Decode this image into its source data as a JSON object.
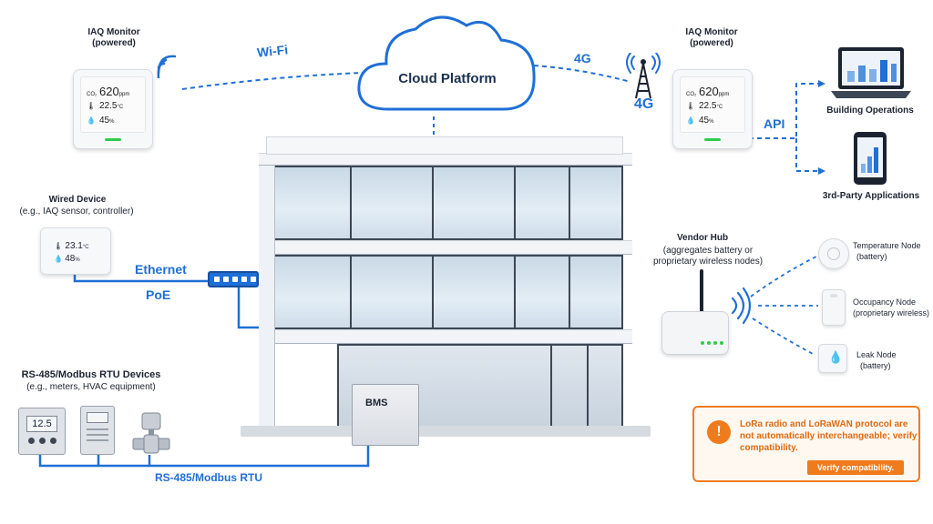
{
  "cloud": {
    "label": "Cloud Platform"
  },
  "links": {
    "wifi": "Wi-Fi",
    "cell_top": "4G",
    "cell_tower": "4G",
    "api": "API",
    "ethernet": "Ethernet",
    "poe": "PoE",
    "rs485": "RS-485/Modbus RTU"
  },
  "iaq_left": {
    "title": "IAQ Monitor",
    "subtitle": "(powered)",
    "co2_label": "CO₂",
    "co2_value": "620",
    "co2_unit": "ppm",
    "temp_value": "22.5",
    "temp_unit": "°C",
    "hum_value": "45",
    "hum_unit": "%"
  },
  "iaq_right": {
    "title": "IAQ Monitor",
    "subtitle": "(powered)",
    "co2_label": "CO₂",
    "co2_value": "620",
    "co2_unit": "ppm",
    "temp_value": "22.5",
    "temp_unit": "°C",
    "hum_value": "45",
    "hum_unit": "%"
  },
  "apps": {
    "building_ops": "Building Operations",
    "third_party": "3rd-Party Applications"
  },
  "wired": {
    "title": "Wired Device",
    "subtitle": "(e.g., IAQ sensor, controller)",
    "temp_value": "23.1",
    "temp_unit": "°C",
    "hum_value": "48",
    "hum_unit": "%"
  },
  "rs485_devices": {
    "title": "RS-485/Modbus RTU Devices",
    "subtitle": "(e.g., meters, HVAC equipment)",
    "meter_reading": "12.5"
  },
  "bms": {
    "label": "BMS"
  },
  "vendor_hub": {
    "title": "Vendor Hub",
    "line1": "(aggregates battery or",
    "line2": "proprietary wireless nodes)"
  },
  "nodes": {
    "temperature": {
      "name": "Temperature Node",
      "power": "(battery)"
    },
    "occupancy": {
      "name": "Occupancy Node",
      "power": "(proprietary wireless)"
    },
    "leak": {
      "name": "Leak Node",
      "power": "(battery)"
    }
  },
  "warning": {
    "message": "LoRa radio and LoRaWAN protocol are not automatically interchangeable; verify compatibility.",
    "button": "Verify compatibility."
  },
  "colors": {
    "link_blue": "#1f6fd6",
    "warning_orange": "#f07b1c",
    "status_green": "#2ecc4a"
  }
}
